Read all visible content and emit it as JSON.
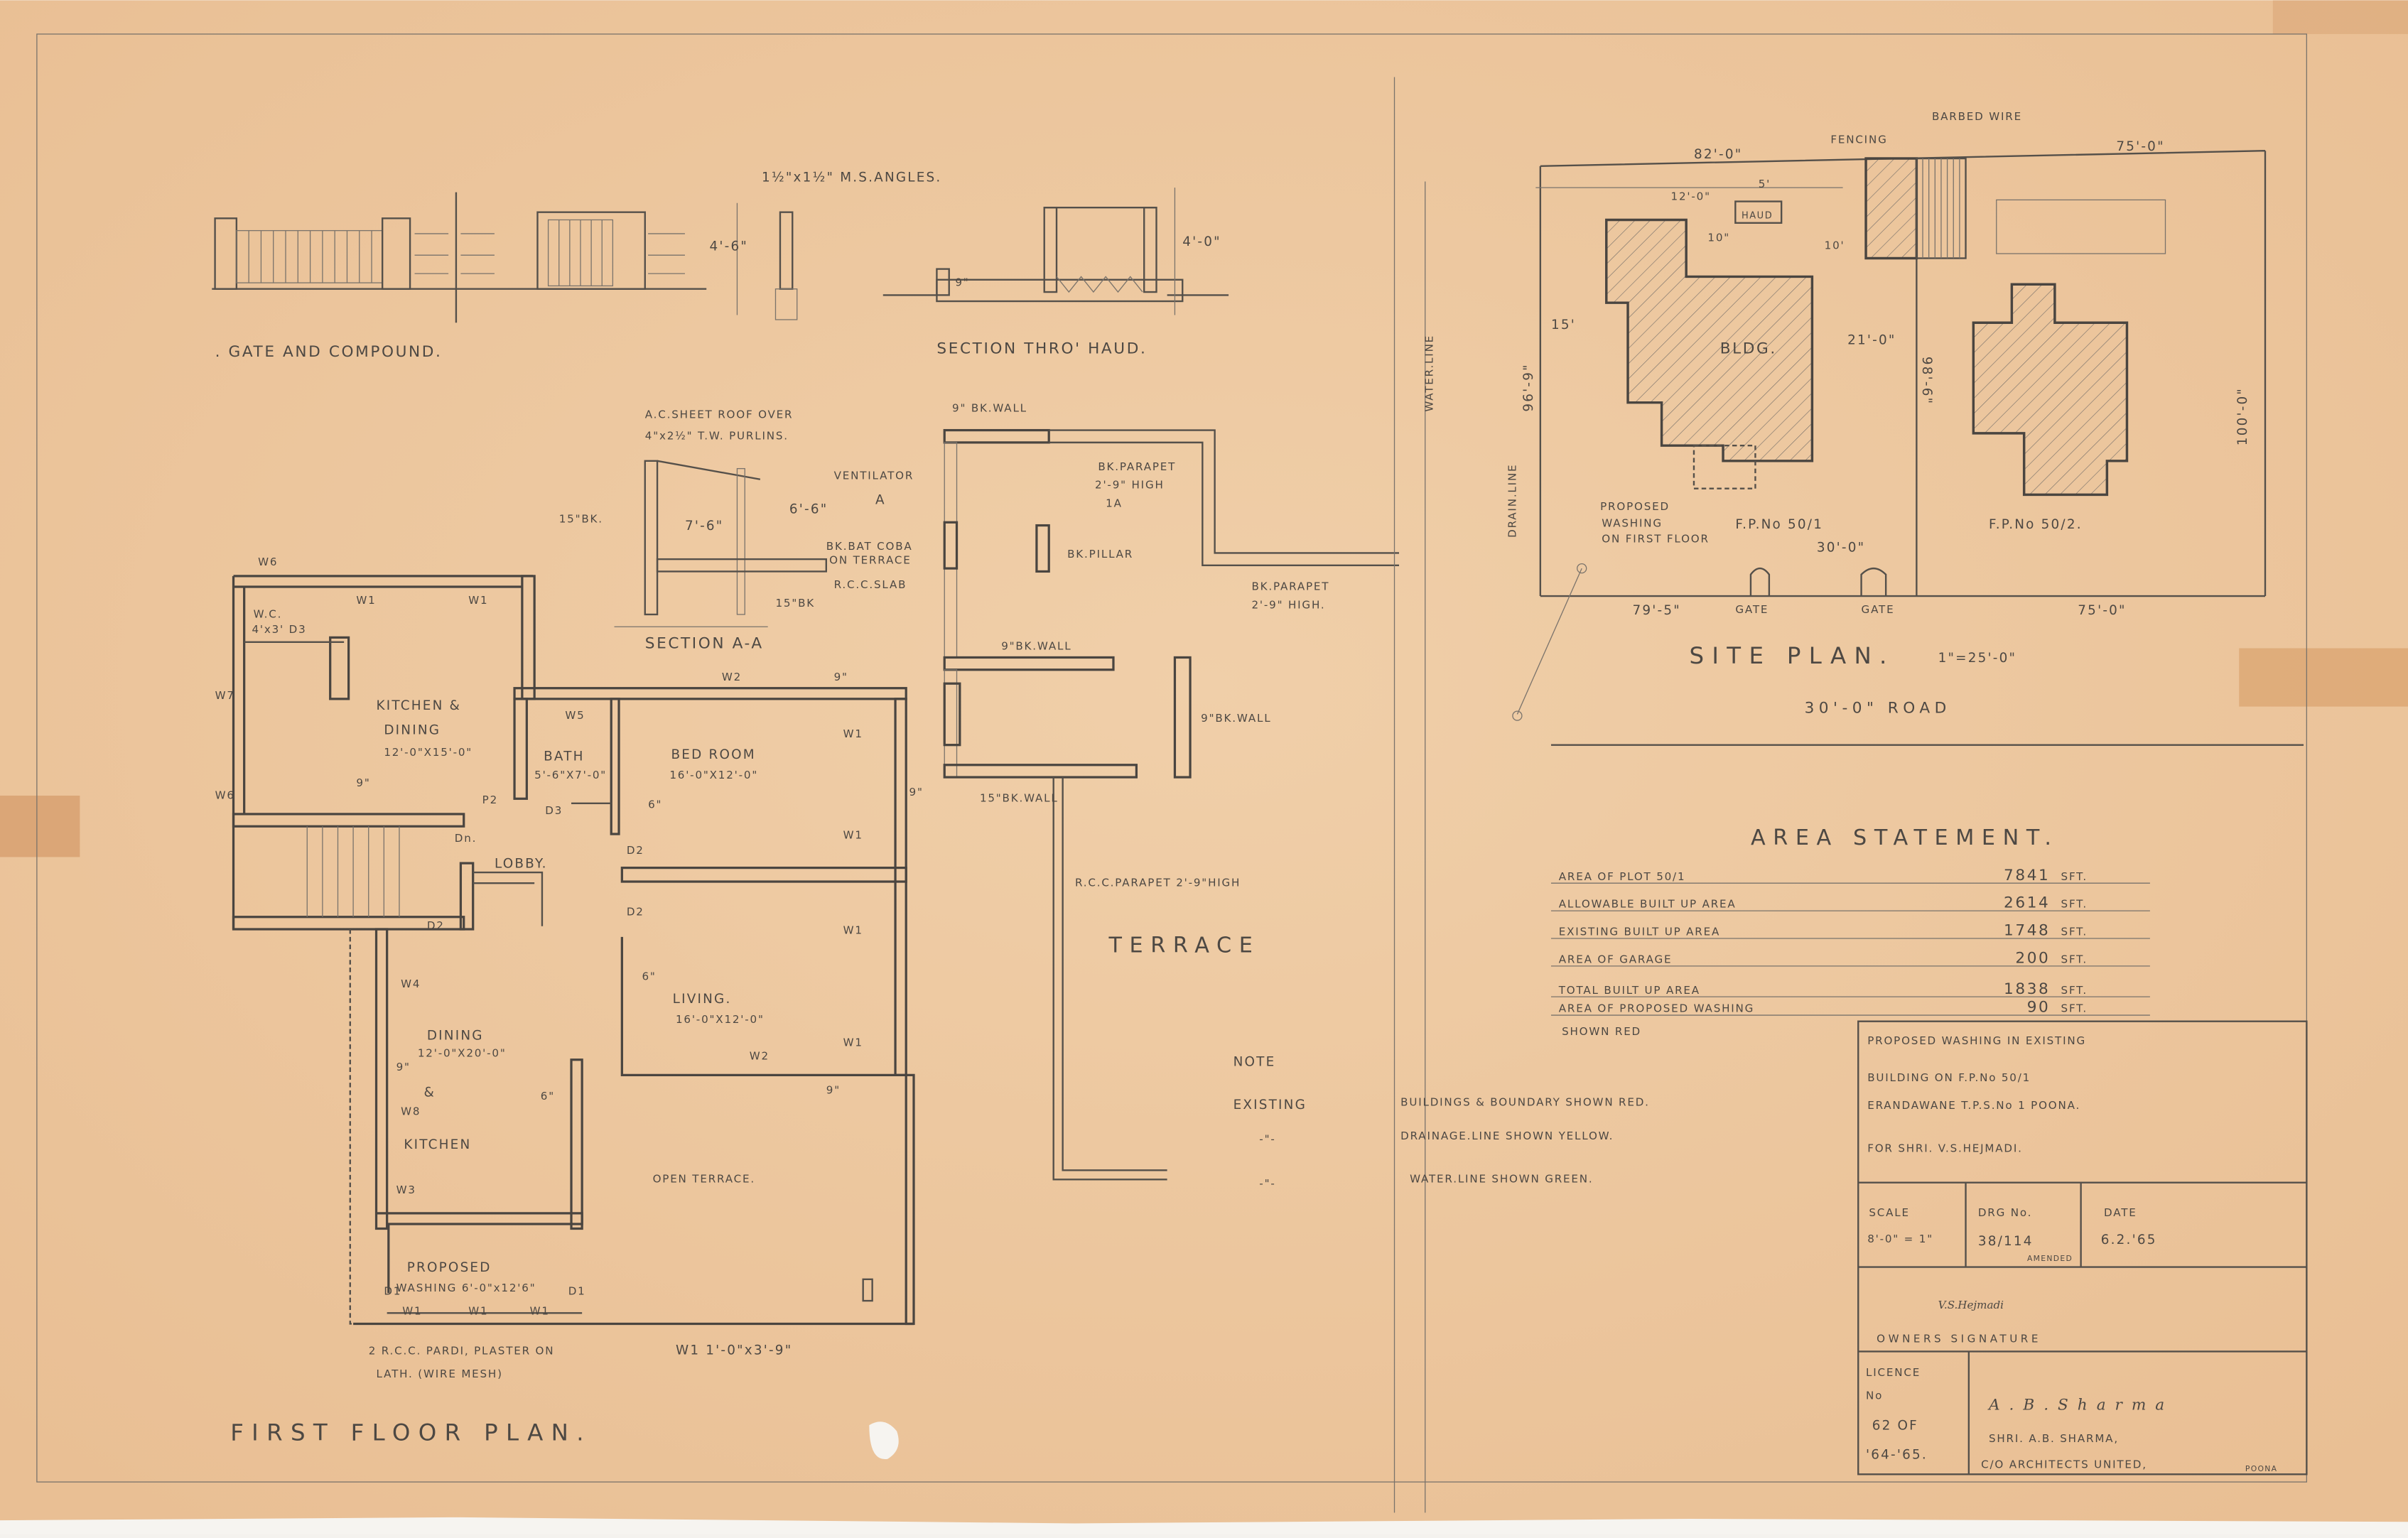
{
  "gate_detail": {
    "title": ". GATE AND COMPOUND.",
    "angles_note": "1½\"x1½\" M.S.ANGLES.",
    "height": "4'-6\""
  },
  "haud_section": {
    "title": "SECTION THRO' HAUD.",
    "height": "4'-0\"",
    "wall": "9\""
  },
  "section_aa": {
    "title": "SECTION A-A",
    "roof_note_1": "A.C.SHEET ROOF OVER",
    "roof_note_2": "4\"x2½\" T.W. PURLINS.",
    "brick_left": "15\"BK.",
    "h1": "7'-6\"",
    "h2": "6'-6\"",
    "coba_1": "BK.BAT COBA",
    "coba_2": "ON TERRACE",
    "slab": "R.C.C.SLAB",
    "brick_bottom": "15\"BK",
    "ventilator": "VENTILATOR",
    "marker": "A"
  },
  "terrace_plan": {
    "title": "TERRACE",
    "wall_top": "9\" BK.WALL",
    "parapet_1a": "BK.PARAPET",
    "parapet_1b": "2'-9\" HIGH",
    "marker": "1A",
    "pillar": "BK.PILLAR",
    "parapet_2a": "BK.PARAPET",
    "parapet_2b": "2'-9\" HIGH.",
    "wall_mid": "9\"BK.WALL",
    "wall_right": "9\"BK.WALL",
    "wall_bottom": "15\"BK.WALL",
    "rcc_parapet": "R.C.C.PARAPET 2'-9\"HIGH"
  },
  "first_floor_plan": {
    "title": "FIRST FLOOR PLAN.",
    "rooms": {
      "kitchen_dining": "KITCHEN &",
      "kitchen_dining_2": "DINING",
      "kitchen_dining_size": "12'-0\"X15'-0\"",
      "bath": "BATH",
      "bath_size": "5'-6\"X7'-0\"",
      "bedroom": "BED ROOM",
      "bedroom_size": "16'-0\"X12'-0\"",
      "lobby": "LOBBY.",
      "living": "LIVING.",
      "living_size": "16'-0\"X12'-0\"",
      "dining": "DINING",
      "dining_size": "12'-0\"X20'-0\"",
      "amp": "&",
      "kitchen": "KITCHEN",
      "open_terrace": "OPEN TERRACE.",
      "proposed": "PROPOSED",
      "washing": "WASHING 6'-0\"x12'6\""
    },
    "marks": [
      "W6",
      "W1",
      "W1",
      "W.C.",
      "4'x3' D3",
      "W7",
      "W6",
      "9\"",
      "P2",
      "D3",
      "6\"",
      "D2",
      "Dn.",
      "D2",
      "W5",
      "W2",
      "9\"",
      "W1",
      "W1",
      "W1",
      "W1",
      "D2",
      "9\"",
      "6\"",
      "W4",
      "9\"",
      "W8",
      "W3",
      "W2",
      "D1",
      "D1",
      "W1",
      "W1",
      "W1",
      "6\"",
      "9\""
    ],
    "note_1": "2 R.C.C. PARDI, PLASTER ON",
    "note_2": "LATH. (WIRE MESH)",
    "window_spec": "W1  1'-0\"x3'-9\""
  },
  "site_plan": {
    "title": "SITE PLAN.",
    "scale": "1\"=25'-0\"",
    "road": "30'-0\"  ROAD",
    "barbed_wire": "BARBED WIRE",
    "fencing": "FENCING",
    "dim_top_left": "82'-0\"",
    "dim_top_right": "75'-0\"",
    "dim_12": "12'-0\"",
    "dim_5": "5'",
    "haud": "HAUD",
    "dim_10a": "10\"",
    "dim_10b": "10'",
    "dim_15": "15'",
    "bldg": "BLDG.",
    "dim_21": "21'-0\"",
    "dim_left": "96'-9\"",
    "dim_mid": "98'-6\"",
    "dim_right": "100'-0\"",
    "water_line": "WATER.LINE",
    "drain_line": "DRAIN.LINE",
    "proposed_1": "PROPOSED",
    "proposed_2": "WASHING",
    "proposed_3": "ON FIRST FLOOR",
    "fp_1": "F.P.No 50/1",
    "fp_2": "F.P.No 50/2.",
    "dim_30": "30'-0\"",
    "dim_bottom_left": "79'-5\"",
    "gate_1": "GATE",
    "gate_2": "GATE",
    "dim_bottom_right": "75'-0\""
  },
  "area_statement": {
    "title": "AREA STATEMENT.",
    "rows": [
      {
        "label": "AREA OF PLOT 50/1",
        "value": "7841",
        "unit": "SFT."
      },
      {
        "label": "ALLOWABLE BUILT UP AREA",
        "value": "2614",
        "unit": "SFT."
      },
      {
        "label": "EXISTING BUILT UP AREA",
        "value": "1748",
        "unit": "SFT."
      },
      {
        "label": "AREA OF GARAGE",
        "value": "200",
        "unit": "SFT."
      },
      {
        "label": "TOTAL BUILT UP AREA",
        "value": "1838",
        "unit": "SFT."
      },
      {
        "label": "AREA OF PROPOSED WASHING",
        "value": "90",
        "unit": "SFT."
      }
    ],
    "footer": "SHOWN RED"
  },
  "notes": {
    "title": "NOTE",
    "r1_a": "EXISTING",
    "r1_b": "BUILDINGS & BOUNDARY SHOWN RED.",
    "r2_a": "-\"-",
    "r2_b": "DRAINAGE.LINE SHOWN YELLOW.",
    "r3_a": "-\"-",
    "r3_b": "WATER.LINE SHOWN GREEN."
  },
  "title_block": {
    "l1": "PROPOSED WASHING IN EXISTING",
    "l2": "BUILDING ON F.P.No 50/1",
    "l3": "ERANDAWANE T.P.S.No 1 POONA.",
    "l4": "FOR SHRI. V.S.HEJMADI.",
    "scale_label": "SCALE",
    "scale_value": "8'-0\" = 1\"",
    "drg_label": "DRG No.",
    "drg_value": "38/114",
    "amended": "AMENDED",
    "date_label": "DATE",
    "date_value": "6.2.'65",
    "owner_signature": "V.S.Hejmadi",
    "owners_signature_label": "OWNERS SIGNATURE",
    "licence_1": "LICENCE",
    "licence_2": "No",
    "licence_3": "62 OF",
    "licence_4": "'64-'65.",
    "architect_signature": "A.B.Sharma",
    "architect_1": "SHRI. A.B. SHARMA,",
    "architect_2": "C/O ARCHITECTS UNITED,",
    "architect_3": "POONA"
  },
  "colors": {
    "paper": "#eec7a0",
    "pencil": "#4d4843",
    "tape": "#d9a070"
  }
}
